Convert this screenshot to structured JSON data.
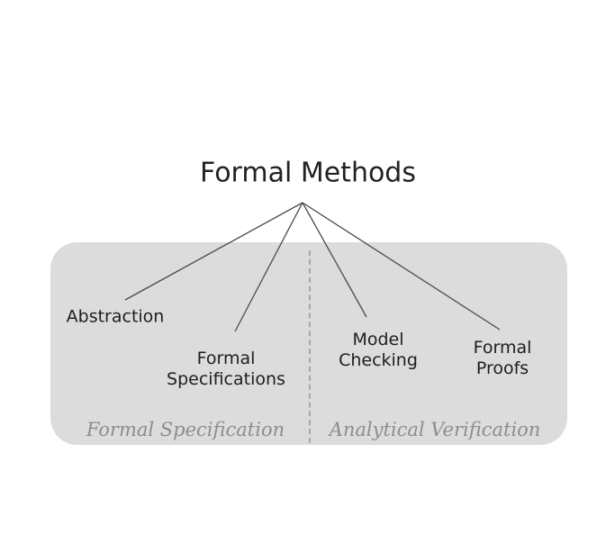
{
  "diagram": {
    "root": {
      "label": "Formal Methods"
    },
    "nodes": [
      {
        "id": "abstraction",
        "lines": [
          "Abstraction"
        ]
      },
      {
        "id": "formal-specifications",
        "lines": [
          "Formal",
          "Specifications"
        ]
      },
      {
        "id": "model-checking",
        "lines": [
          "Model",
          "Checking"
        ]
      },
      {
        "id": "formal-proofs",
        "lines": [
          "Formal",
          "Proofs"
        ]
      }
    ],
    "regions": [
      {
        "id": "formal-specification",
        "label": "Formal Specification"
      },
      {
        "id": "analytical-verification",
        "label": "Analytical Verification"
      }
    ],
    "edges": [
      {
        "from": "root",
        "to": "abstraction"
      },
      {
        "from": "root",
        "to": "formal-specifications"
      },
      {
        "from": "root",
        "to": "model-checking"
      },
      {
        "from": "root",
        "to": "formal-proofs"
      }
    ],
    "colors": {
      "region_fill": "#dcdcdc",
      "divider": "#a6a6a6",
      "edge": "#4a4a4a",
      "text": "#1e1e1e",
      "region_label": "#8d8d8d"
    }
  }
}
